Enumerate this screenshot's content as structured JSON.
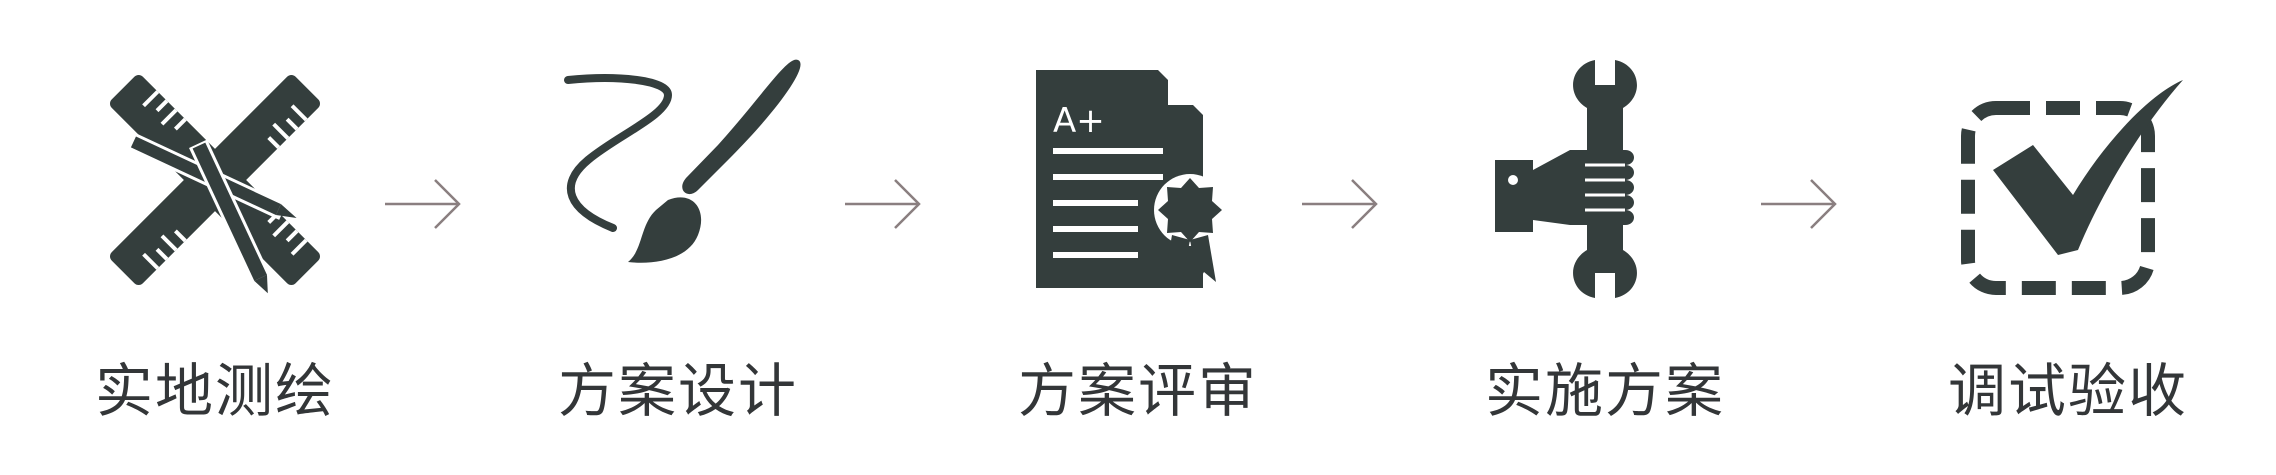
{
  "colors": {
    "icon": "#343e3d",
    "label": "#333638",
    "arrow": "#8a7f80"
  },
  "steps": [
    {
      "label": "实地测绘",
      "icon": "ruler-pencil-icon"
    },
    {
      "label": "方案设计",
      "icon": "paintbrush-icon"
    },
    {
      "label": "方案评审",
      "icon": "certificate-document-icon"
    },
    {
      "label": "实施方案",
      "icon": "wrench-hand-icon"
    },
    {
      "label": "调试验收",
      "icon": "checkbox-checkmark-icon"
    }
  ],
  "arrows": [
    {
      "icon": "arrow-right-icon"
    },
    {
      "icon": "arrow-right-icon"
    },
    {
      "icon": "arrow-right-icon"
    },
    {
      "icon": "arrow-right-icon"
    }
  ]
}
